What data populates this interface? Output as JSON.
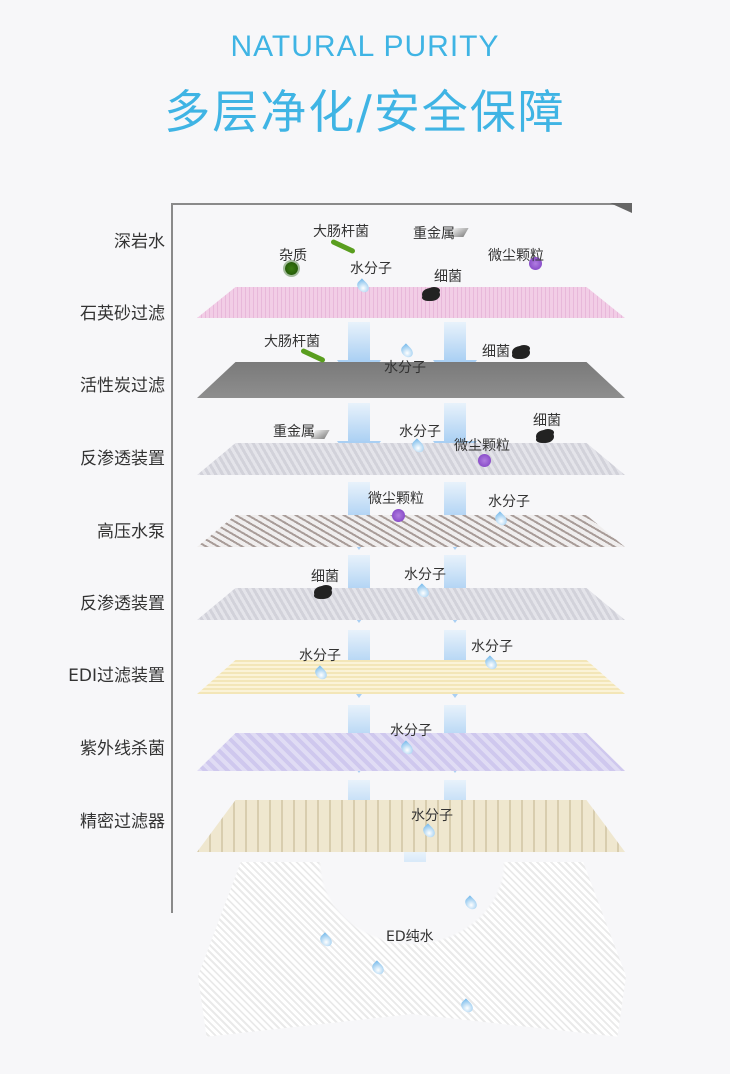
{
  "header": {
    "title_en": "NATURAL PURITY",
    "title_cn": "多层净化/安全保障"
  },
  "stages": [
    "深岩水",
    "石英砂过滤",
    "活性炭过滤",
    "反渗透装置",
    "高压水泵",
    "反渗透装置",
    "EDI过滤装置",
    "紫外线杀菌",
    "精密过滤器"
  ],
  "labels": {
    "ecoli": "大肠杆菌",
    "metal": "重金属",
    "impurity": "杂质",
    "water": "水分子",
    "bacteria": "细菌",
    "dust": "微尘颗粒",
    "pure": "ED纯水"
  },
  "colors": {
    "title": "#3fb4e4",
    "arrow": "#a9cff3"
  }
}
